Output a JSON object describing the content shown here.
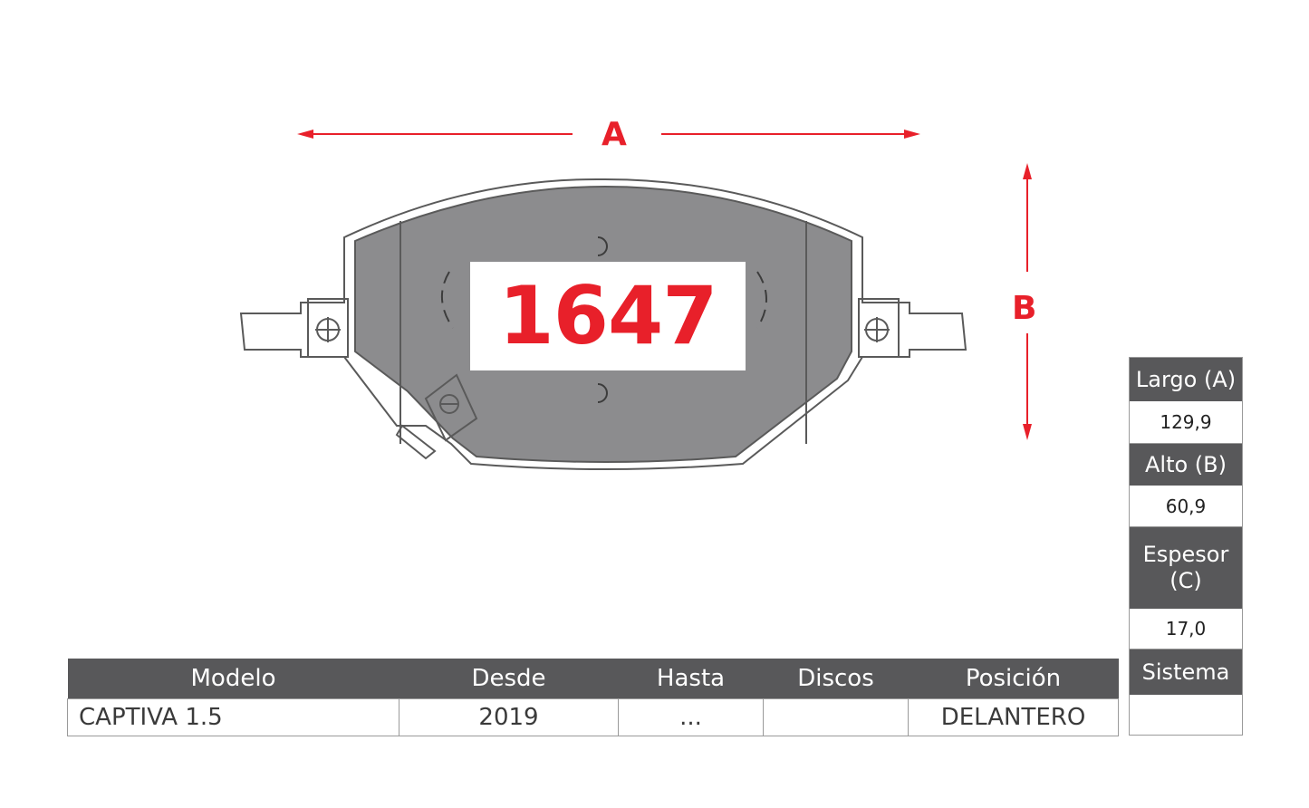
{
  "part_number": "1647",
  "dimension_labels": {
    "a": "A",
    "b": "B"
  },
  "specs": [
    {
      "label": "Largo (A)",
      "value": "129,9"
    },
    {
      "label": "Alto (B)",
      "value": "60,9"
    },
    {
      "label": "Espesor (C)",
      "value": "17,0"
    },
    {
      "label": "Sistema",
      "value": ""
    }
  ],
  "table": {
    "headers": [
      "Modelo",
      "Desde",
      "Hasta",
      "Discos",
      "Posición"
    ],
    "rows": [
      [
        "CAPTIVA 1.5",
        "2019",
        "...",
        "",
        "DELANTERO"
      ]
    ]
  },
  "colors": {
    "accent_red": "#e8202a",
    "header_gray": "#58585a",
    "pad_fill": "#8c8c8e",
    "outline": "#5a5a5a"
  }
}
